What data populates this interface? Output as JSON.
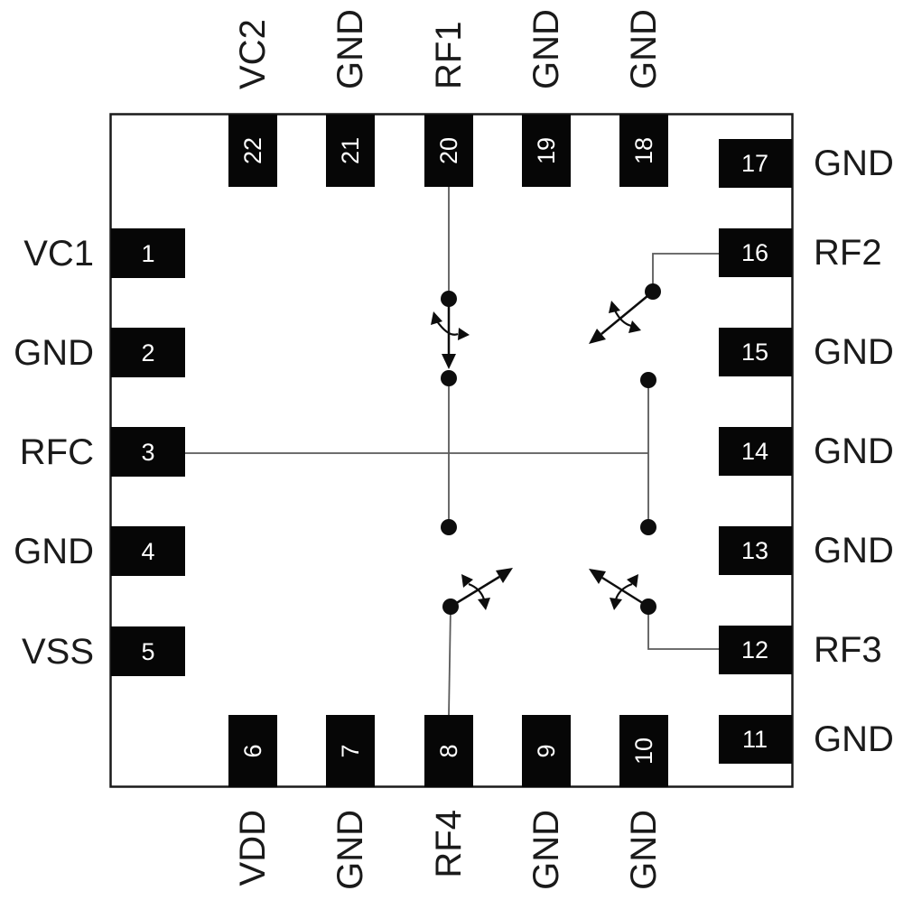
{
  "colors": {
    "pad": "#060606",
    "padtext": "#ffffff",
    "ink": "#1a1a1a",
    "wire": "#5a5a5a",
    "sym": "#0d0d0d",
    "background": "#ffffff"
  },
  "pins": {
    "top": [
      {
        "number": "22",
        "label": "VC2"
      },
      {
        "number": "21",
        "label": "GND"
      },
      {
        "number": "20",
        "label": "RF1"
      },
      {
        "number": "19",
        "label": "GND"
      },
      {
        "number": "18",
        "label": "GND"
      }
    ],
    "right": [
      {
        "number": "17",
        "label": "GND"
      },
      {
        "number": "16",
        "label": "RF2"
      },
      {
        "number": "15",
        "label": "GND"
      },
      {
        "number": "14",
        "label": "GND"
      },
      {
        "number": "13",
        "label": "GND"
      },
      {
        "number": "12",
        "label": "RF3"
      },
      {
        "number": "11",
        "label": "GND"
      }
    ],
    "bottom": [
      {
        "number": "6",
        "label": "VDD"
      },
      {
        "number": "7",
        "label": "GND"
      },
      {
        "number": "8",
        "label": "RF4"
      },
      {
        "number": "9",
        "label": "GND"
      },
      {
        "number": "10",
        "label": "GND"
      }
    ],
    "left": [
      {
        "number": "1",
        "label": "VC1"
      },
      {
        "number": "2",
        "label": "GND"
      },
      {
        "number": "3",
        "label": "RFC"
      },
      {
        "number": "4",
        "label": "GND"
      },
      {
        "number": "5",
        "label": "VSS"
      }
    ]
  },
  "internal_wired_pins": [
    "20",
    "16",
    "12",
    "8",
    "3"
  ]
}
